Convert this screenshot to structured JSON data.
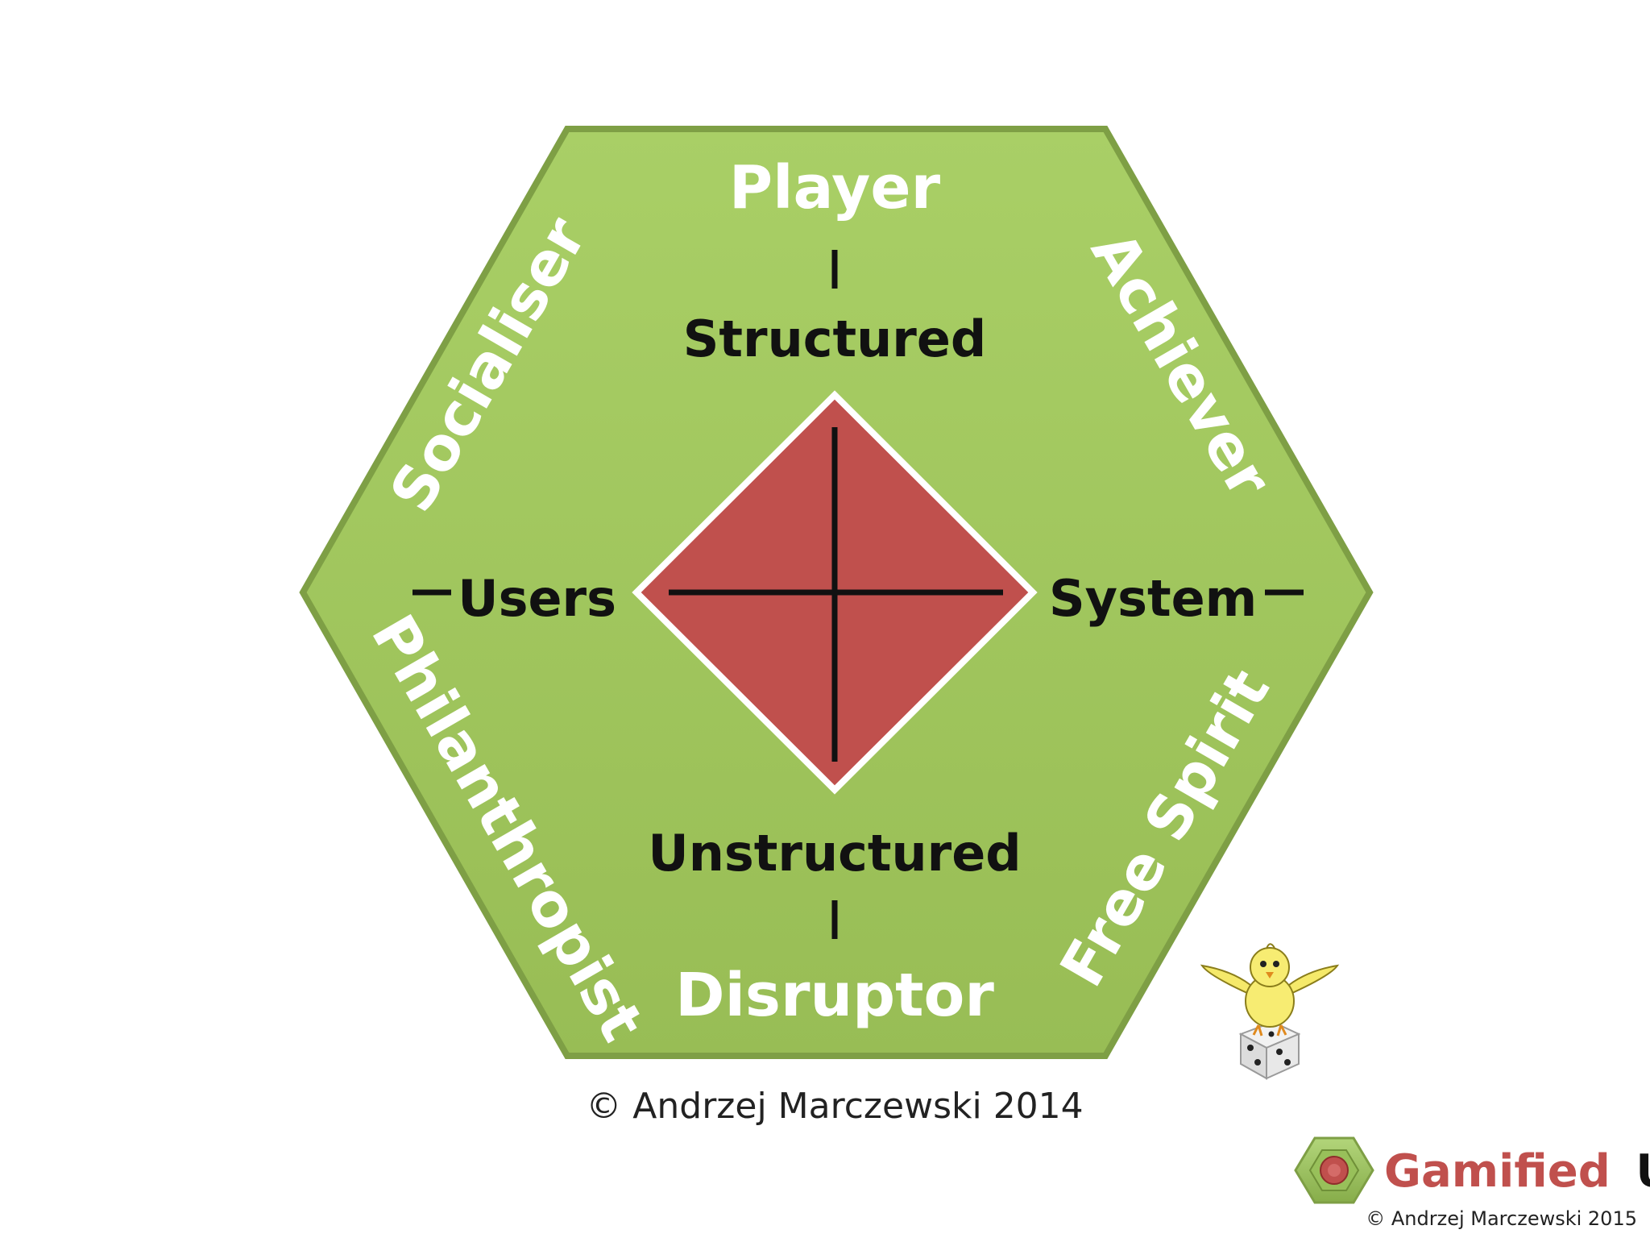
{
  "diagram": {
    "user_types": {
      "top": "Player",
      "upper_left": "Socialiser",
      "upper_right": "Achiever",
      "lower_left": "Philanthropist",
      "lower_right": "Free Spirit",
      "bottom": "Disruptor"
    },
    "axes": {
      "top": "Structured",
      "bottom": "Unstructured",
      "left": "Users",
      "right": "System"
    },
    "colors": {
      "hexagon": "#a3c85f",
      "hexagon_stroke": "#7e9f45",
      "diamond": "#c0504d",
      "diamond_stroke": "#ffffff"
    }
  },
  "footer": {
    "copyright": "© Andrzej Marczewski 2014"
  },
  "branding": {
    "logo_text_red": "Gamified",
    "logo_text_dark": "UK",
    "copyright": "© Andrzej Marczewski 2015",
    "mascot": "chick-on-dice-icon",
    "logo_icon": "hexagon-logo-icon"
  }
}
